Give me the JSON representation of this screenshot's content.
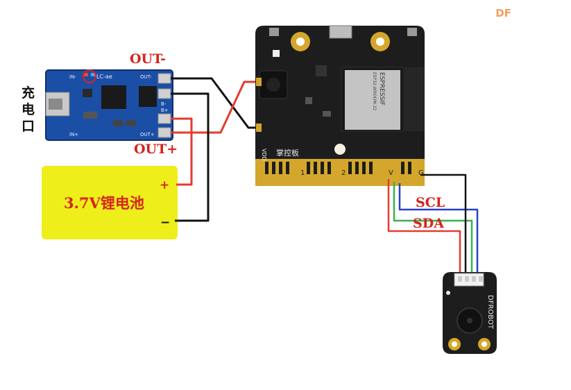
{
  "watermark": "DF",
  "charger": {
    "side_label": "充\n电\n口",
    "side_chars": [
      "充",
      "电",
      "口"
    ],
    "out_minus_label": "OUT-",
    "out_plus_label": "OUT+",
    "pcb_text_top": "LC-ae",
    "pin_out_minus": "OUT-",
    "pin_b_minus": "B-",
    "pin_b_plus": "B+",
    "pin_out_plus": "OUT+",
    "pin_in_minus": "IN-",
    "pin_in_plus": "IN+"
  },
  "battery": {
    "label": "3.7V锂电池",
    "plus": "+",
    "minus": "−"
  },
  "controller": {
    "module_brand": "ESPRESSIF",
    "module_model": "ESP32-WROOM-32",
    "board_name": "掌控板",
    "vdd_label": "VDD",
    "pad_labels": [
      "1",
      "2",
      "V",
      "G"
    ]
  },
  "sensor": {
    "brand": "DFROBOT"
  },
  "wires": {
    "scl_label": "SCL",
    "sda_label": "SDA"
  },
  "colors": {
    "pcb_blue": "#1b4fa6",
    "controller_black": "#1d1d1d",
    "gold": "#d4a72c",
    "battery_yellow": "#eeee1a",
    "wire_red": "#e23b2e",
    "wire_black": "#111111",
    "wire_green": "#37b24d",
    "wire_blue": "#2741c9",
    "label_red": "#d6231b"
  }
}
